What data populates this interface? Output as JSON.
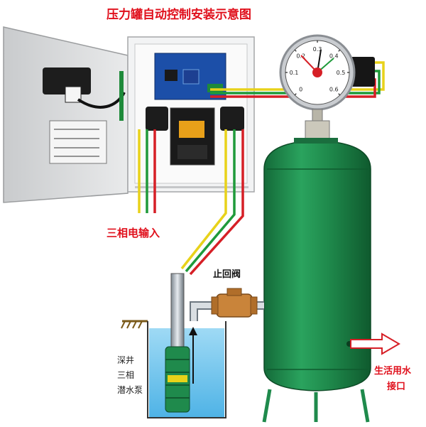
{
  "title": "压力罐自动控制安装示意图",
  "labels": {
    "three_phase_input": "三相电输入",
    "check_valve": "止回阀",
    "pump": [
      "深井",
      "三相",
      "潜水泵"
    ],
    "outlet_line1": "生活用水",
    "outlet_line2": "接口"
  },
  "gauge": {
    "ticks": [
      "0",
      "0.1",
      "0.2",
      "0.3",
      "0.4",
      "0.5",
      "0.6"
    ]
  },
  "wire_colors": {
    "yellow": "#e8d21a",
    "green": "#1f9a3a",
    "red": "#d61f26"
  },
  "colors": {
    "tank": "#1f8a4c",
    "title_red": "#e0101c",
    "water": "#4fb3e6"
  }
}
